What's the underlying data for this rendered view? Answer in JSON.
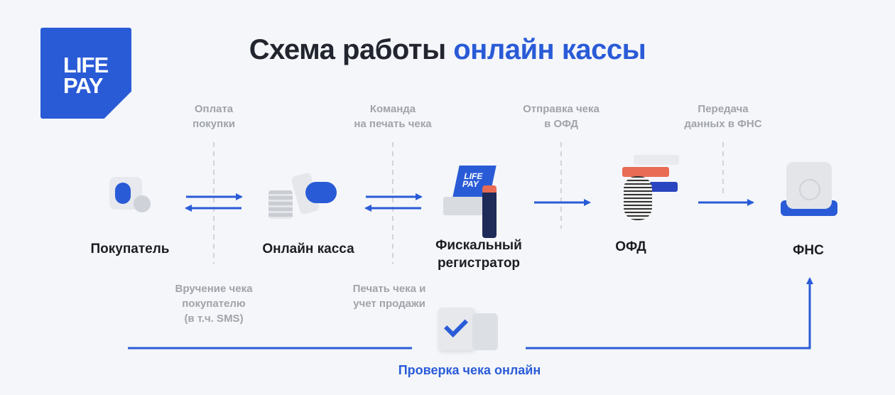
{
  "logo": {
    "line1": "LIFE",
    "line2": "PAY"
  },
  "title": {
    "part1": "Схема работы ",
    "part2": "онлайн кассы"
  },
  "top_notes": [
    {
      "line1": "Оплата",
      "line2": "покупки"
    },
    {
      "line1": "Команда",
      "line2": "на печать чека"
    },
    {
      "line1": "Отправка чека",
      "line2": "в ОФД"
    },
    {
      "line1": "Передача",
      "line2": "данных в ФНС"
    }
  ],
  "nodes": [
    {
      "label": "Покупатель",
      "icon": "buyer-icon"
    },
    {
      "label": "Онлайн касса",
      "icon": "cloud-cash-icon"
    },
    {
      "line1": "Фискальный",
      "line2": "регистратор",
      "icon": "fiscal-register-icon"
    },
    {
      "label": "ОФД",
      "icon": "receipt-roll-icon"
    },
    {
      "label": "ФНС",
      "icon": "tax-service-icon"
    }
  ],
  "bottom_notes": [
    {
      "line1": "Вручение чека",
      "line2": "покупателю",
      "line3": "(в т.ч. SMS)"
    },
    {
      "line1": "Печать чека и",
      "line2": "учет продажи"
    }
  ],
  "check_label": "Проверка чека онлайн",
  "colors": {
    "accent": "#2a5bd7",
    "text": "#22252e",
    "muted": "#a0a3a9"
  }
}
